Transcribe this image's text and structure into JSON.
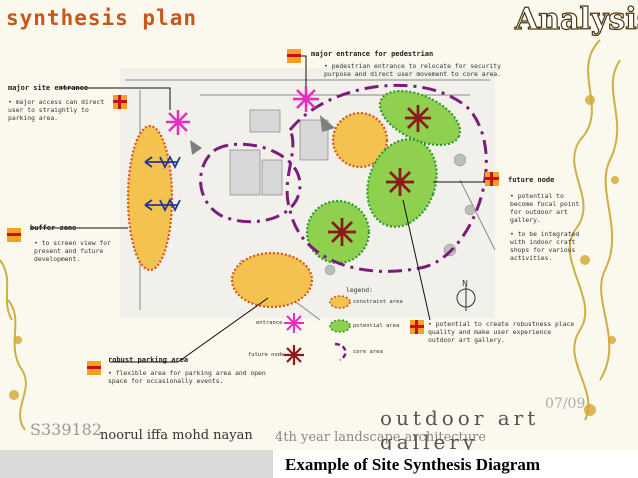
{
  "header": {
    "title": "synthesis plan",
    "section": "Analysis"
  },
  "labels": {
    "major_site_entrance": {
      "title": "major site entrance",
      "note": "• major access can direct user to straightly to parking area."
    },
    "major_entrance_pedestrian": {
      "title": "major entrance for pedestrian",
      "note": "• pedestrian entrance to relocate for security purpose and direct user movement to core area."
    },
    "buffer_zone": {
      "title": "buffer zone",
      "note": "• to screen view for present and future development."
    },
    "future_node": {
      "title": "future node",
      "note1": "• potential to become focal point for outdoor art gallery.",
      "note2": "• to be integrated with indoor craft shops for various activities."
    },
    "robust_parking": {
      "title": "robust parking area",
      "note": "• flexible area for parking area and open space for occasionally events."
    },
    "potential_note": "• potential to create robustness place quality and make user experience outdoor art gallery."
  },
  "legend": {
    "title": "legend:",
    "constraint": "constraint area",
    "potential": "potential area",
    "core": "core area",
    "entrance": "entrance",
    "future_node": "future node"
  },
  "footer": {
    "student_id": "S339182",
    "author": "noorul iffa mohd nayan",
    "course": "4th year landscape architecture",
    "project": "outdoor art gallery",
    "date": "07/09"
  },
  "caption": "Example of Site Synthesis Diagram",
  "colors": {
    "orange": "#f4c24e",
    "green": "#8fd14f",
    "purple": "#7a1d7a",
    "magenta": "#e62cc3",
    "maroon": "#8b1a1a",
    "brand": "#c8571b"
  }
}
